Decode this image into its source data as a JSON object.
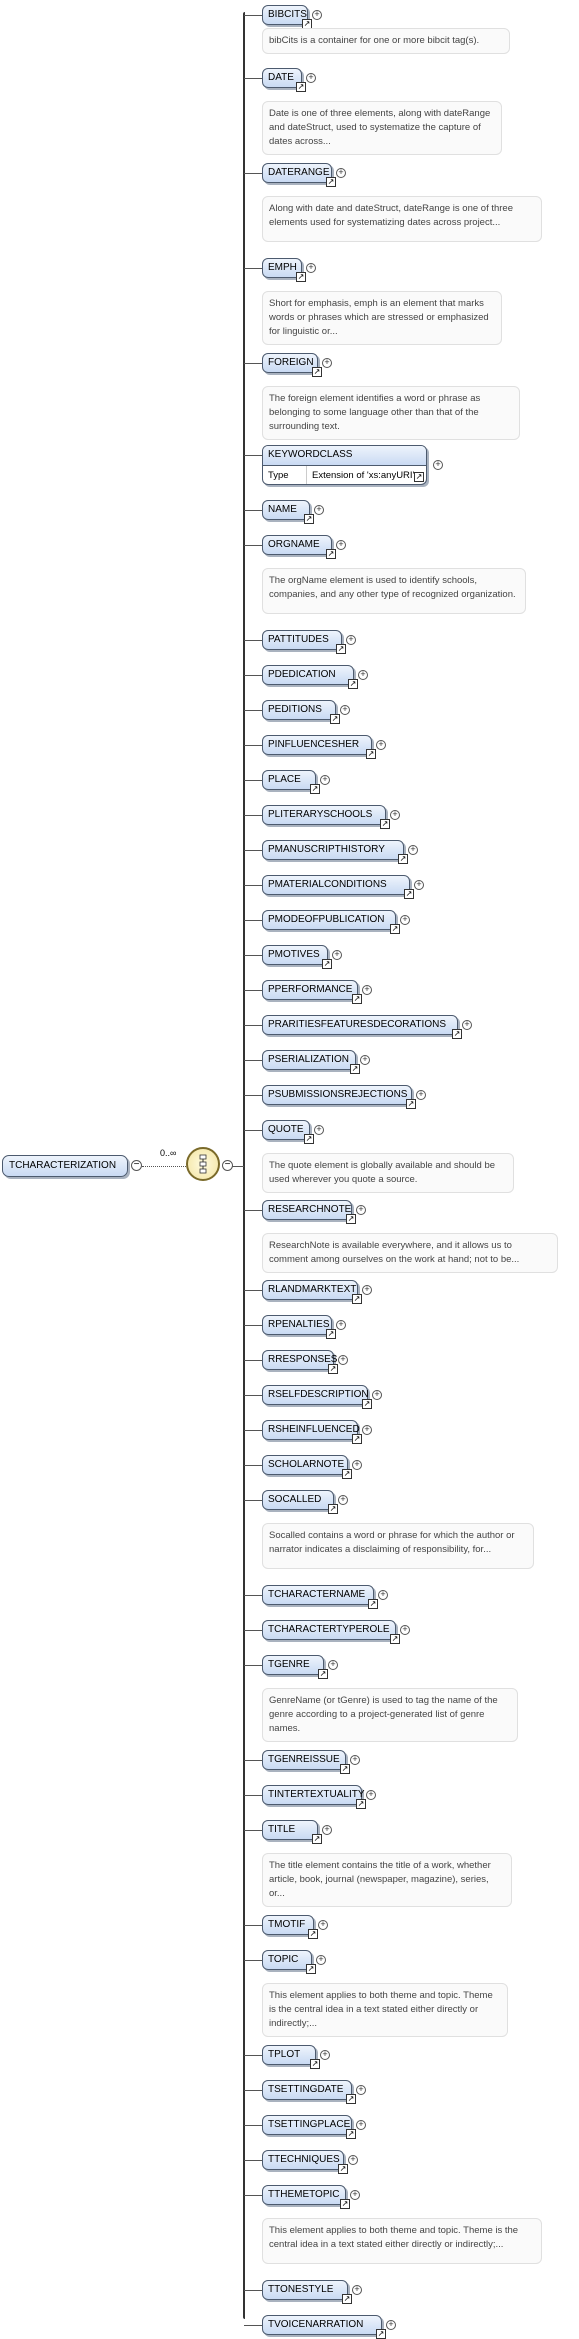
{
  "root": {
    "name": "TCHARACTERIZATION",
    "cardinality": "0..∞"
  },
  "elements": [
    {
      "name": "BIBCITS",
      "doc": "bibCits is a container for one or more bibcit tag(s)."
    },
    {
      "name": "DATE",
      "doc": "Date is one of three elements, along with dateRange and dateStruct, used to systematize the capture of dates across..."
    },
    {
      "name": "DATERANGE",
      "doc": "Along with date and dateStruct, dateRange is one of three elements used for systematizing dates across project..."
    },
    {
      "name": "EMPH",
      "doc": "Short for emphasis, emph is an element that marks words or phrases which are stressed or emphasized for linguistic or..."
    },
    {
      "name": "FOREIGN",
      "doc": "The foreign element identifies a word or phrase as belonging to some language other than that of the surrounding text."
    },
    {
      "name": "KEYWORDCLASS",
      "type_label": "Type",
      "type_value": "Extension of 'xs:anyURI'"
    },
    {
      "name": "NAME"
    },
    {
      "name": "ORGNAME",
      "doc": "The orgName element is used to identify schools, companies, and any other type of recognized organization."
    },
    {
      "name": "PATTITUDES"
    },
    {
      "name": "PDEDICATION"
    },
    {
      "name": "PEDITIONS"
    },
    {
      "name": "PINFLUENCESHER"
    },
    {
      "name": "PLACE"
    },
    {
      "name": "PLITERARYSCHOOLS"
    },
    {
      "name": "PMANUSCRIPTHISTORY"
    },
    {
      "name": "PMATERIALCONDITIONS"
    },
    {
      "name": "PMODEOFPUBLICATION"
    },
    {
      "name": "PMOTIVES"
    },
    {
      "name": "PPERFORMANCE"
    },
    {
      "name": "PRARITIESFEATURESDECORATIONS"
    },
    {
      "name": "PSERIALIZATION"
    },
    {
      "name": "PSUBMISSIONSREJECTIONS"
    },
    {
      "name": "QUOTE",
      "doc": "The quote element is globally available and should be used wherever you quote a source."
    },
    {
      "name": "RESEARCHNOTE",
      "doc": "ResearchNote is available everywhere, and it allows us to comment among ourselves on the work at hand; not to be..."
    },
    {
      "name": "RLANDMARKTEXT"
    },
    {
      "name": "RPENALTIES"
    },
    {
      "name": "RRESPONSES"
    },
    {
      "name": "RSELFDESCRIPTION"
    },
    {
      "name": "RSHEINFLUENCED"
    },
    {
      "name": "SCHOLARNOTE"
    },
    {
      "name": "SOCALLED",
      "doc": "Socalled contains a word or phrase for which the author or narrator indicates a disclaiming of responsibility, for..."
    },
    {
      "name": "TCHARACTERNAME"
    },
    {
      "name": "TCHARACTERTYPEROLE"
    },
    {
      "name": "TGENRE",
      "doc": "GenreName (or tGenre) is used to tag the name of the genre according to a project-generated list of genre names."
    },
    {
      "name": "TGENREISSUE"
    },
    {
      "name": "TINTERTEXTUALITY"
    },
    {
      "name": "TITLE",
      "doc": "The title element contains the title of a work, whether article, book, journal (newspaper, magazine), series, or..."
    },
    {
      "name": "TMOTIF"
    },
    {
      "name": "TOPIC",
      "doc": "This element applies to both theme and topic. Theme is the central idea in a text stated either directly or indirectly;..."
    },
    {
      "name": "TPLOT"
    },
    {
      "name": "TSETTINGDATE"
    },
    {
      "name": "TSETTINGPLACE"
    },
    {
      "name": "TTECHNIQUES"
    },
    {
      "name": "TTHEMETOPIC",
      "doc": "This element applies to both theme and topic. Theme is the central idea in a text stated either directly or indirectly;..."
    },
    {
      "name": "TTONESTYLE"
    },
    {
      "name": "TVOICENARRATION"
    }
  ]
}
